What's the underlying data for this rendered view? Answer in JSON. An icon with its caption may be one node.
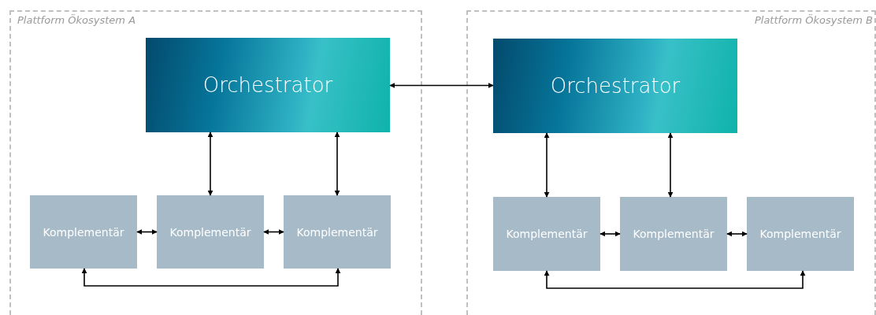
{
  "diagram": {
    "nodes": [
      {
        "text": [
          "Plattform Ökosystem A"
        ]
      },
      {
        "text": [
          "Orchestrator"
        ],
        "in": 0
      },
      {
        "text": [
          "Komplementär"
        ],
        "in": 0
      },
      {
        "text": [
          "Komplementär"
        ],
        "in": 0
      },
      {
        "text": [
          "Komplementär"
        ],
        "in": 0
      },
      {
        "text": [
          "Plattform Ökosystem B"
        ]
      },
      {
        "text": [
          "Orchestrator"
        ],
        "in": 5
      },
      {
        "text": [
          "Komplementär"
        ],
        "in": 5
      },
      {
        "text": [
          "Komplementär"
        ],
        "in": 5
      },
      {
        "text": [
          "Komplementär"
        ],
        "in": 5
      }
    ],
    "edges": [
      {
        "from": 1,
        "to": 6,
        "arrow": "both"
      },
      {
        "from": 1,
        "to": 3,
        "arrow": "both"
      },
      {
        "from": 1,
        "to": 4,
        "arrow": "both"
      },
      {
        "from": 2,
        "to": 3,
        "arrow": "both"
      },
      {
        "from": 3,
        "to": 4,
        "arrow": "both"
      },
      {
        "from": 2,
        "to": 4,
        "arrow": "both"
      },
      {
        "from": 6,
        "to": 7,
        "arrow": "both"
      },
      {
        "from": 6,
        "to": 8,
        "arrow": "both"
      },
      {
        "from": 7,
        "to": 8,
        "arrow": "both"
      },
      {
        "from": 8,
        "to": 9,
        "arrow": "both"
      },
      {
        "from": 7,
        "to": 9,
        "arrow": "both"
      }
    ]
  }
}
